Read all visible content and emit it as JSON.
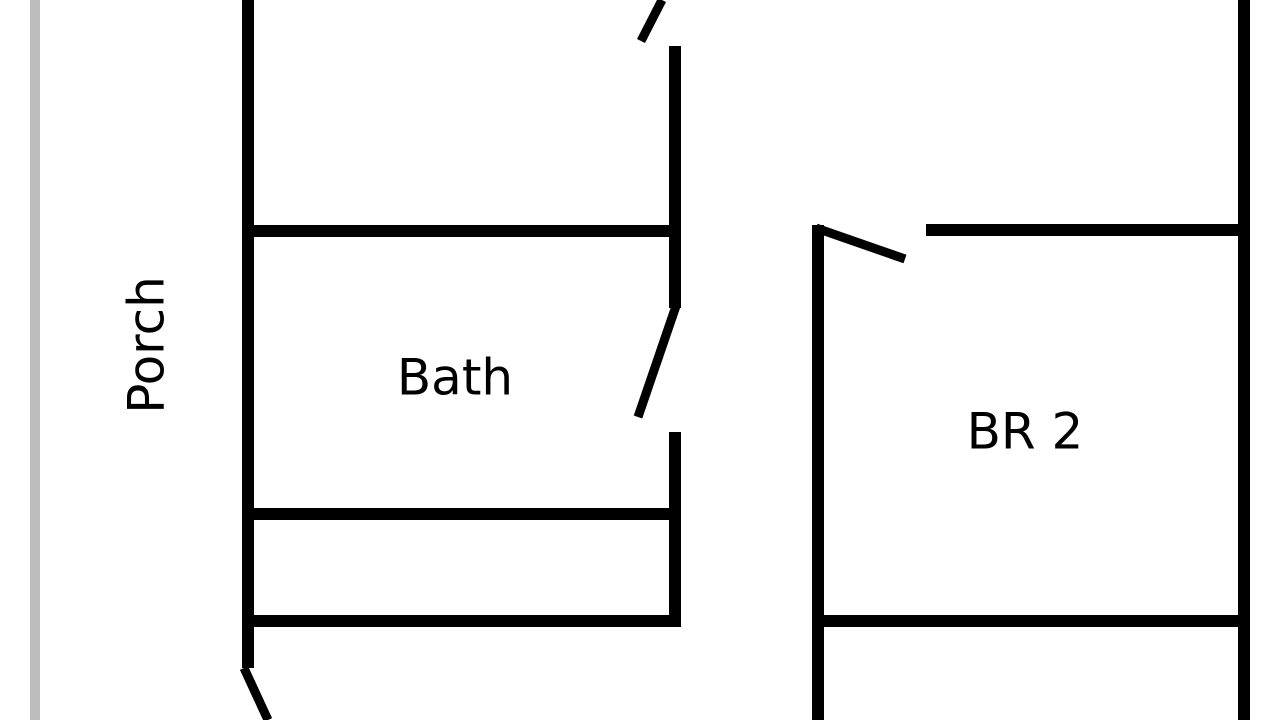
{
  "plan": {
    "rooms": {
      "porch": "Porch",
      "bath": "Bath",
      "bedroom_2": "BR 2"
    }
  },
  "colors": {
    "wall": "#000000",
    "outer_edge": "#bdbdbd",
    "background": "#ffffff"
  }
}
